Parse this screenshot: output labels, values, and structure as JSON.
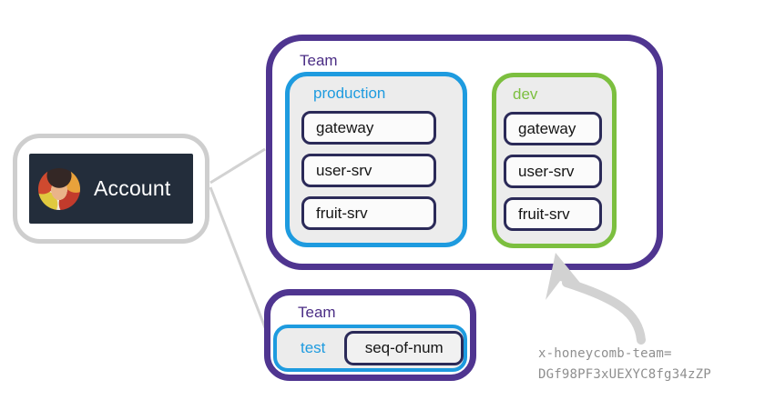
{
  "account": {
    "label": "Account",
    "avatar_name": "user-portrait"
  },
  "team_top": {
    "label": "Team",
    "production": {
      "label": "production",
      "services": [
        "gateway",
        "user-srv",
        "fruit-srv"
      ]
    },
    "dev": {
      "label": "dev",
      "services": [
        "gateway",
        "user-srv",
        "fruit-srv"
      ]
    }
  },
  "team_bottom": {
    "label": "Team",
    "test": {
      "label": "test",
      "services": [
        "seq-of-num"
      ]
    }
  },
  "annotation": {
    "line1": "x-honeycomb-team=",
    "line2": "DGf98PF3xUEXYC8fg34zZP"
  },
  "colors": {
    "team_border_purple": "#4f3590",
    "production_blue": "#1e9bdf",
    "dev_green": "#7cbf3f",
    "service_border_navy": "#2b2a58",
    "env_fill_gray": "#ececec",
    "account_box_dark": "#232d3b",
    "connector_gray": "#d2d2d2",
    "annotation_gray": "#8f8f8f"
  }
}
